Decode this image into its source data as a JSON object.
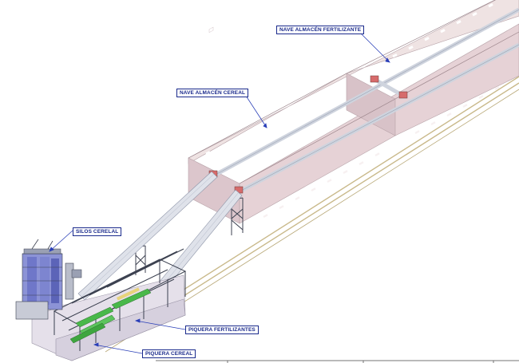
{
  "labels": {
    "fertilizer_warehouse": "NAVE ALMACÉN FERTILIZANTE",
    "cereal_warehouse": "NAVE ALMACÉN CEREAL",
    "cereal_silos": "SILOS CERELAL",
    "fertilizer_pit": "PIQUERA FERTILIZANTES",
    "cereal_pit": "PIQUERA CEREAL"
  },
  "colors": {
    "label_text": "#1a2a8c",
    "label_border": "#1a2a8c",
    "leader_line": "#2a3fb8",
    "warehouse_wall": "#eadcdc",
    "warehouse_wall_dark": "#dcc6cc",
    "conveyor": "#d9dde6",
    "steel_frame": "#3c4150",
    "rail_track": "#c9b98a",
    "hopper_green": "#49b84a",
    "silo_blue": "#6f77c9"
  }
}
